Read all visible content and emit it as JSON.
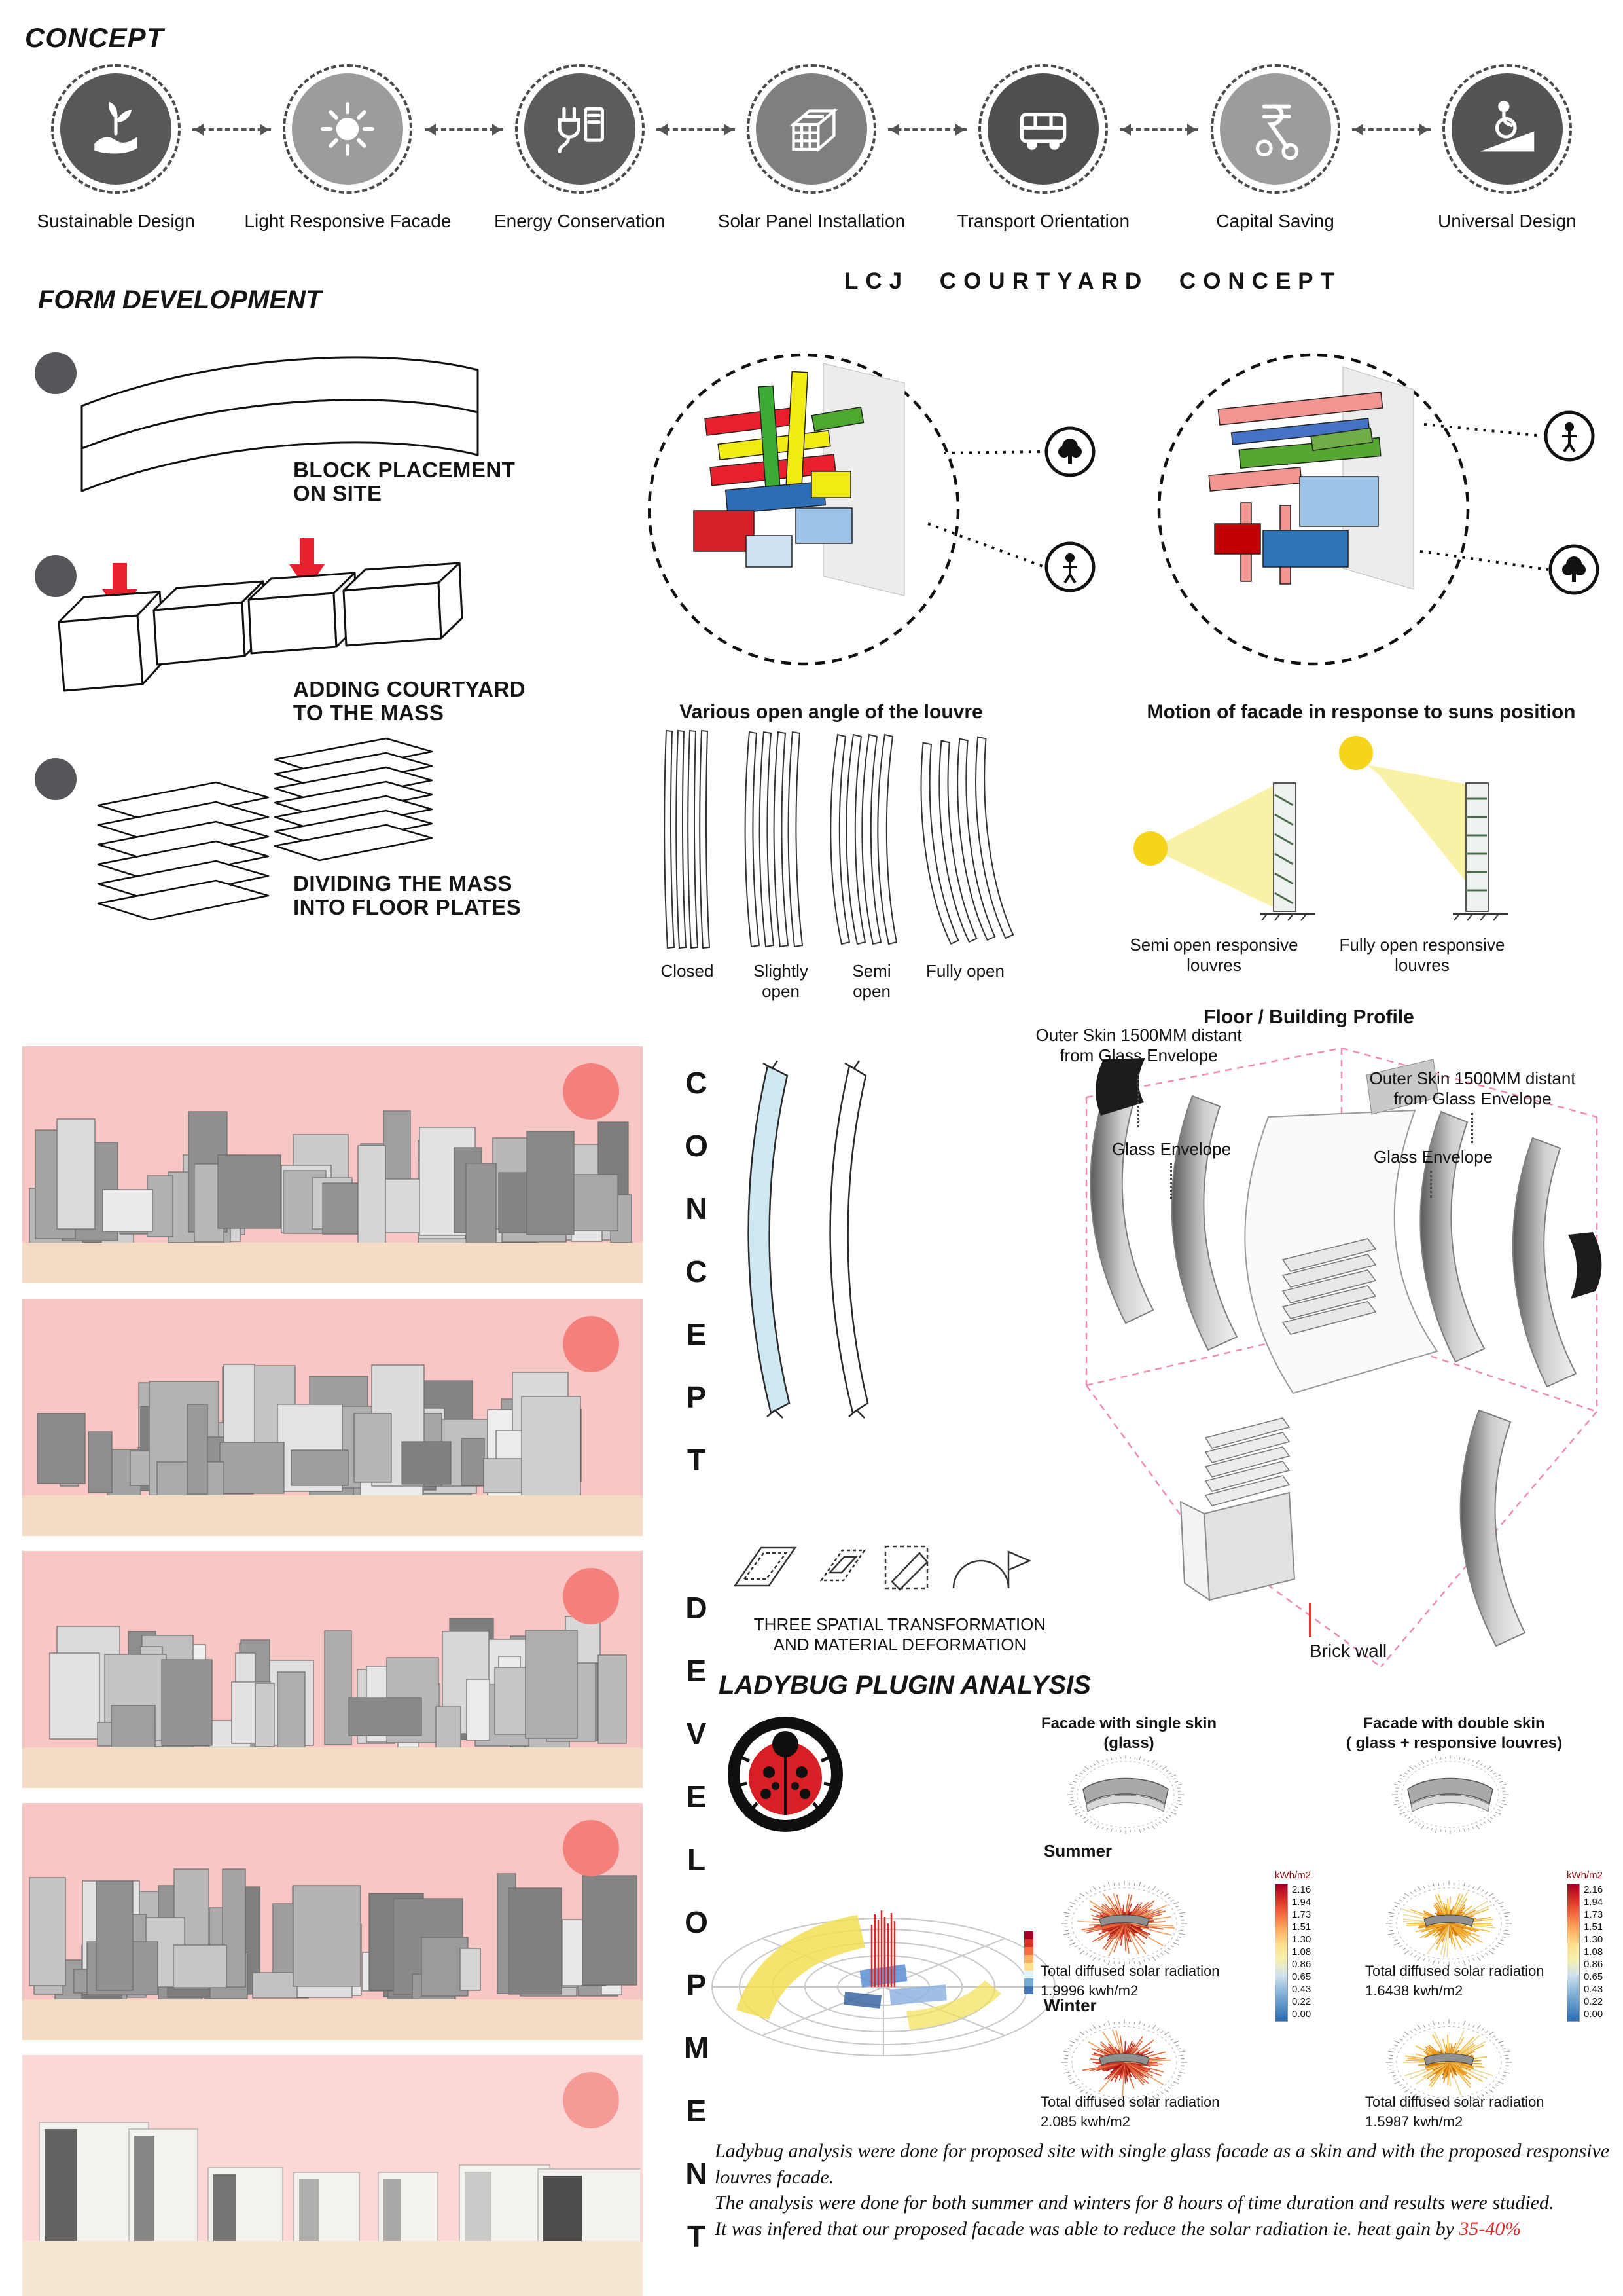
{
  "concept": {
    "heading": "CONCEPT",
    "items": [
      {
        "label": "Sustainable Design"
      },
      {
        "label": "Light Responsive Facade"
      },
      {
        "label": "Energy Conservation"
      },
      {
        "label": "Solar Panel Installation"
      },
      {
        "label": "Transport Orientation"
      },
      {
        "label": "Capital Saving"
      },
      {
        "label": "Universal Design"
      }
    ]
  },
  "form_development": {
    "heading": "FORM DEVELOPMENT",
    "steps": [
      {
        "line1": "BLOCK PLACEMENT",
        "line2": "ON SITE"
      },
      {
        "line1": "ADDING COURTYARD",
        "line2": "TO THE MASS"
      },
      {
        "line1": "DIVIDING THE MASS",
        "line2": "INTO FLOOR PLATES"
      }
    ]
  },
  "courtyard": {
    "heading": "LCJ COURTYARD CONCEPT"
  },
  "louvres": {
    "title": "Various open angle of the louvre",
    "labels": [
      "Closed",
      "Slightly open",
      "Semi open",
      "Fully open"
    ]
  },
  "motion": {
    "title": "Motion of facade in response to suns position",
    "captions": [
      "Semi open responsive louvres",
      "Fully open responsive louvres"
    ]
  },
  "profile": {
    "title": "Floor / Building Profile",
    "outer_skin_left": "Outer Skin 1500MM distant from Glass Envelope",
    "glass_left": "Glass Envelope",
    "outer_skin_right": "Outer Skin 1500MM distant from Glass Envelope",
    "glass_right": "Glass Envelope",
    "brick": "Brick wall"
  },
  "vertical": {
    "letters1": [
      "C",
      "O",
      "N",
      "C",
      "E",
      "P",
      "T"
    ],
    "letters2": [
      "D",
      "E",
      "V",
      "E",
      "L",
      "O",
      "P",
      "M",
      "E",
      "N",
      "T"
    ]
  },
  "transformation": {
    "line1": "THREE SPATIAL TRANSFORMATION",
    "line2": "AND MATERIAL DEFORMATION"
  },
  "ladybug": {
    "heading": "LADYBUG PLUGIN ANALYSIS",
    "col_single_line1": "Facade with single skin",
    "col_single_line2": "(glass)",
    "col_double_line1": "Facade with double skin",
    "col_double_line2": "( glass + responsive louvres)",
    "summer": "Summer",
    "winter": "Winter",
    "caption": "Total diffused solar radiation",
    "values": {
      "summer_single": "1.9996 kwh/m2",
      "summer_double": "1.6438 kwh/m2",
      "winter_single": "2.085 kwh/m2",
      "winter_double": "1.5987 kwh/m2"
    },
    "legend": {
      "title": "kWh/m2",
      "ticks": [
        "2.16",
        "1.94",
        "1.73",
        "1.51",
        "1.30",
        "1.08",
        "0.86",
        "0.65",
        "0.43",
        "0.22",
        "0.00"
      ]
    }
  },
  "notes": {
    "p1": "Ladybug analysis were done for proposed site with single glass facade as a skin and with the proposed responsive louvres facade.",
    "p2": "The analysis were done for both summer and winters for 8 hours of time duration and results were studied.",
    "p3": "It was infered that our proposed facade was able to reduce the solar radiation ie. heat gain by ",
    "p3_highlight": "35-40%"
  },
  "colors": {
    "panel_pink": "#f8c7c5",
    "ground_tan": "#f3dcc3",
    "highlight_red": "#d22b2b"
  }
}
